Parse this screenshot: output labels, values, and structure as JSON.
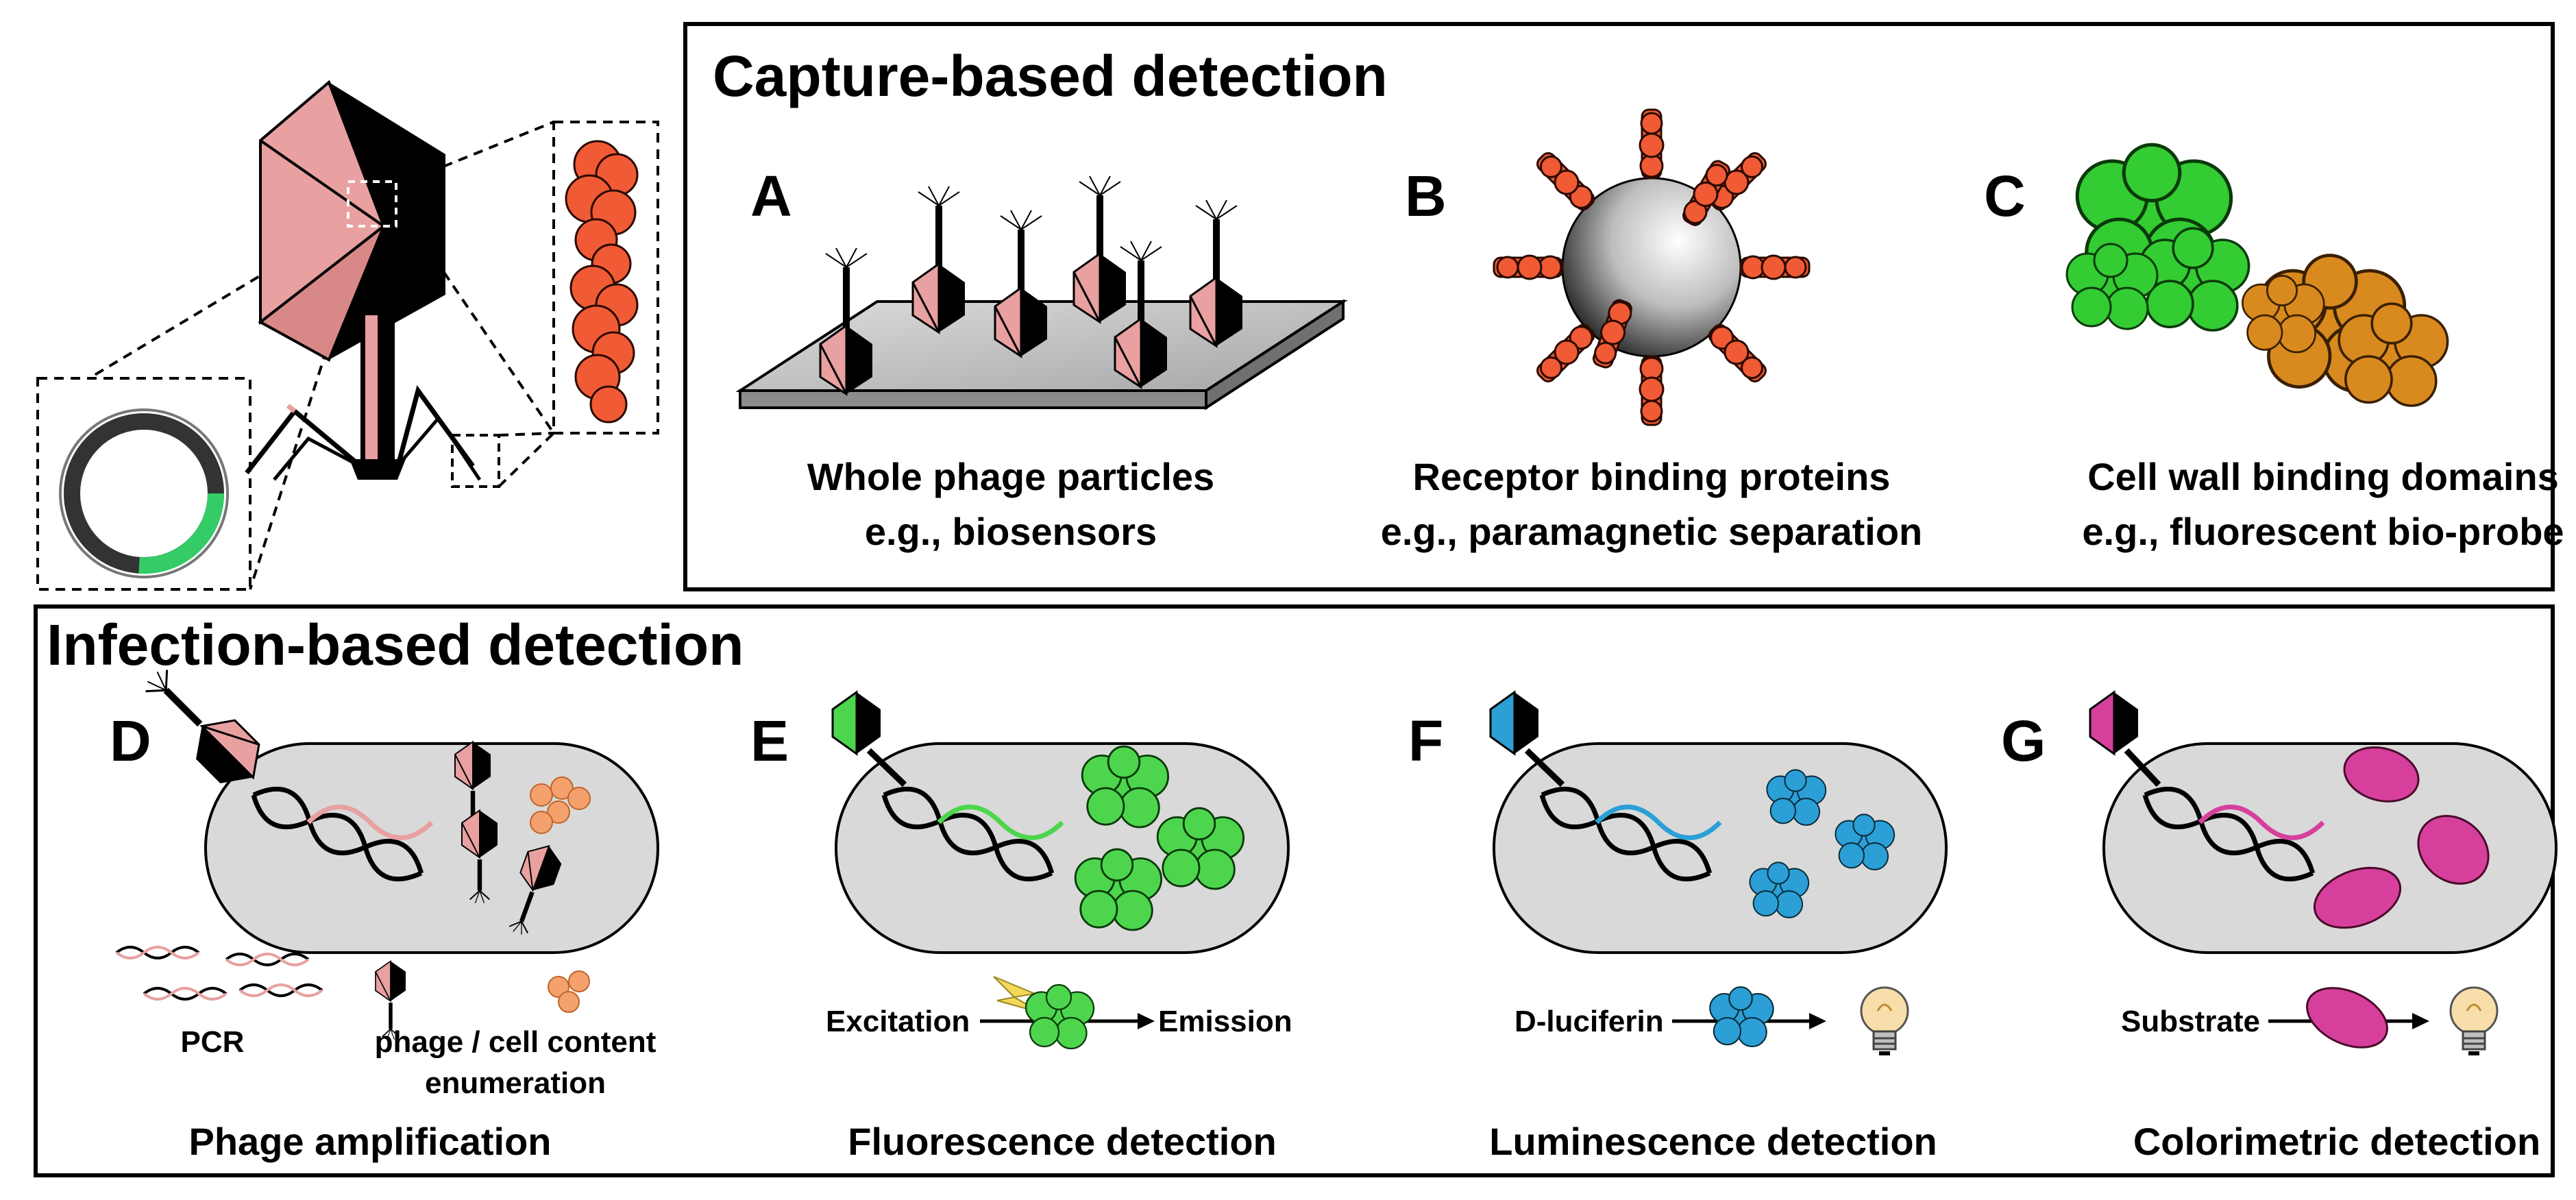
{
  "capture": {
    "heading": "Capture-based detection",
    "panels": [
      {
        "letter": "A",
        "caption1": "Whole phage particles",
        "caption2": "e.g., biosensors"
      },
      {
        "letter": "B",
        "caption1": "Receptor binding proteins",
        "caption2": "e.g., paramagnetic separation"
      },
      {
        "letter": "C",
        "caption1": "Cell wall binding domains",
        "caption2": "e.g., fluorescent bio-probe"
      }
    ]
  },
  "infection": {
    "heading": "Infection-based detection",
    "panels": [
      {
        "letter": "D",
        "title": "Phage amplification",
        "label_pcr": "PCR",
        "label_enum1": "phage / cell content",
        "label_enum2": "enumeration"
      },
      {
        "letter": "E",
        "title": "Fluorescence detection",
        "label_left": "Excitation",
        "label_right": "Emission"
      },
      {
        "letter": "F",
        "title": "Luminescence detection",
        "label_left": "D-luciferin"
      },
      {
        "letter": "G",
        "title": "Colorimetric detection",
        "label_left": "Substrate"
      }
    ]
  },
  "colors": {
    "phage_pink": "#e8a0a0",
    "rbp_orange": "#f05a35",
    "cbd_green": "#33cc33",
    "cbd_brown": "#d98a1e",
    "gfp_green": "#4dd64d",
    "luc_blue": "#2b9fd6",
    "chromo_magenta": "#d6409c",
    "cell_grey": "#d9d9d9",
    "genome_green": "#33cc66"
  }
}
